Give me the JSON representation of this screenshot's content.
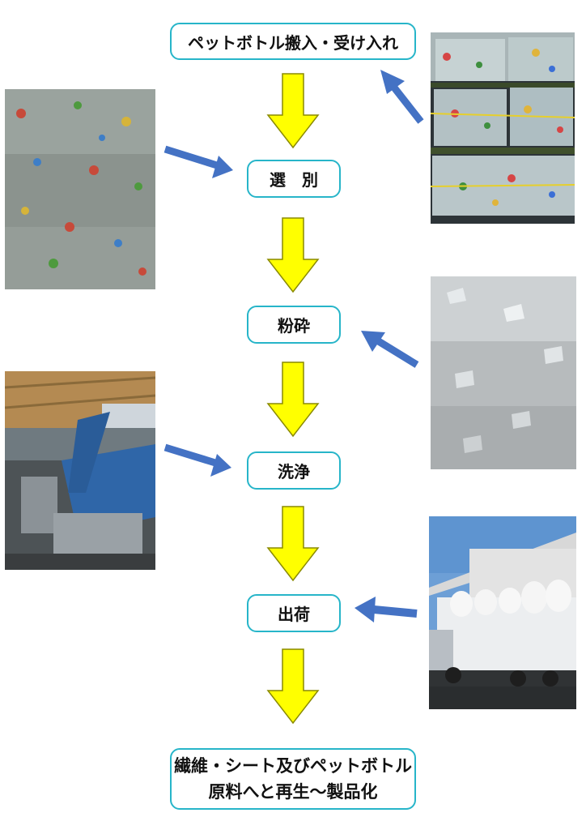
{
  "steps": {
    "receive": "ペットボトル搬入・受け入れ",
    "sort": "選　別",
    "crush": "粉砕",
    "wash": "洗浄",
    "ship": "出荷",
    "recycle_line1": "繊維・シート及びペットボトル",
    "recycle_line2": "原料へと再生〜製品化"
  },
  "photos": {
    "bales": "baled-pet-bottles-photo",
    "bottle_pile": "bottle-pile-photo",
    "flakes": "pet-flakes-photo",
    "washing_line": "washing-line-photo",
    "truck": "shipping-truck-photo"
  },
  "colors": {
    "box_border": "#27b5c9",
    "flow_arrow_fill": "#ffff00",
    "flow_arrow_stroke": "#8a8a00",
    "pointer_arrow": "#4472c4"
  }
}
